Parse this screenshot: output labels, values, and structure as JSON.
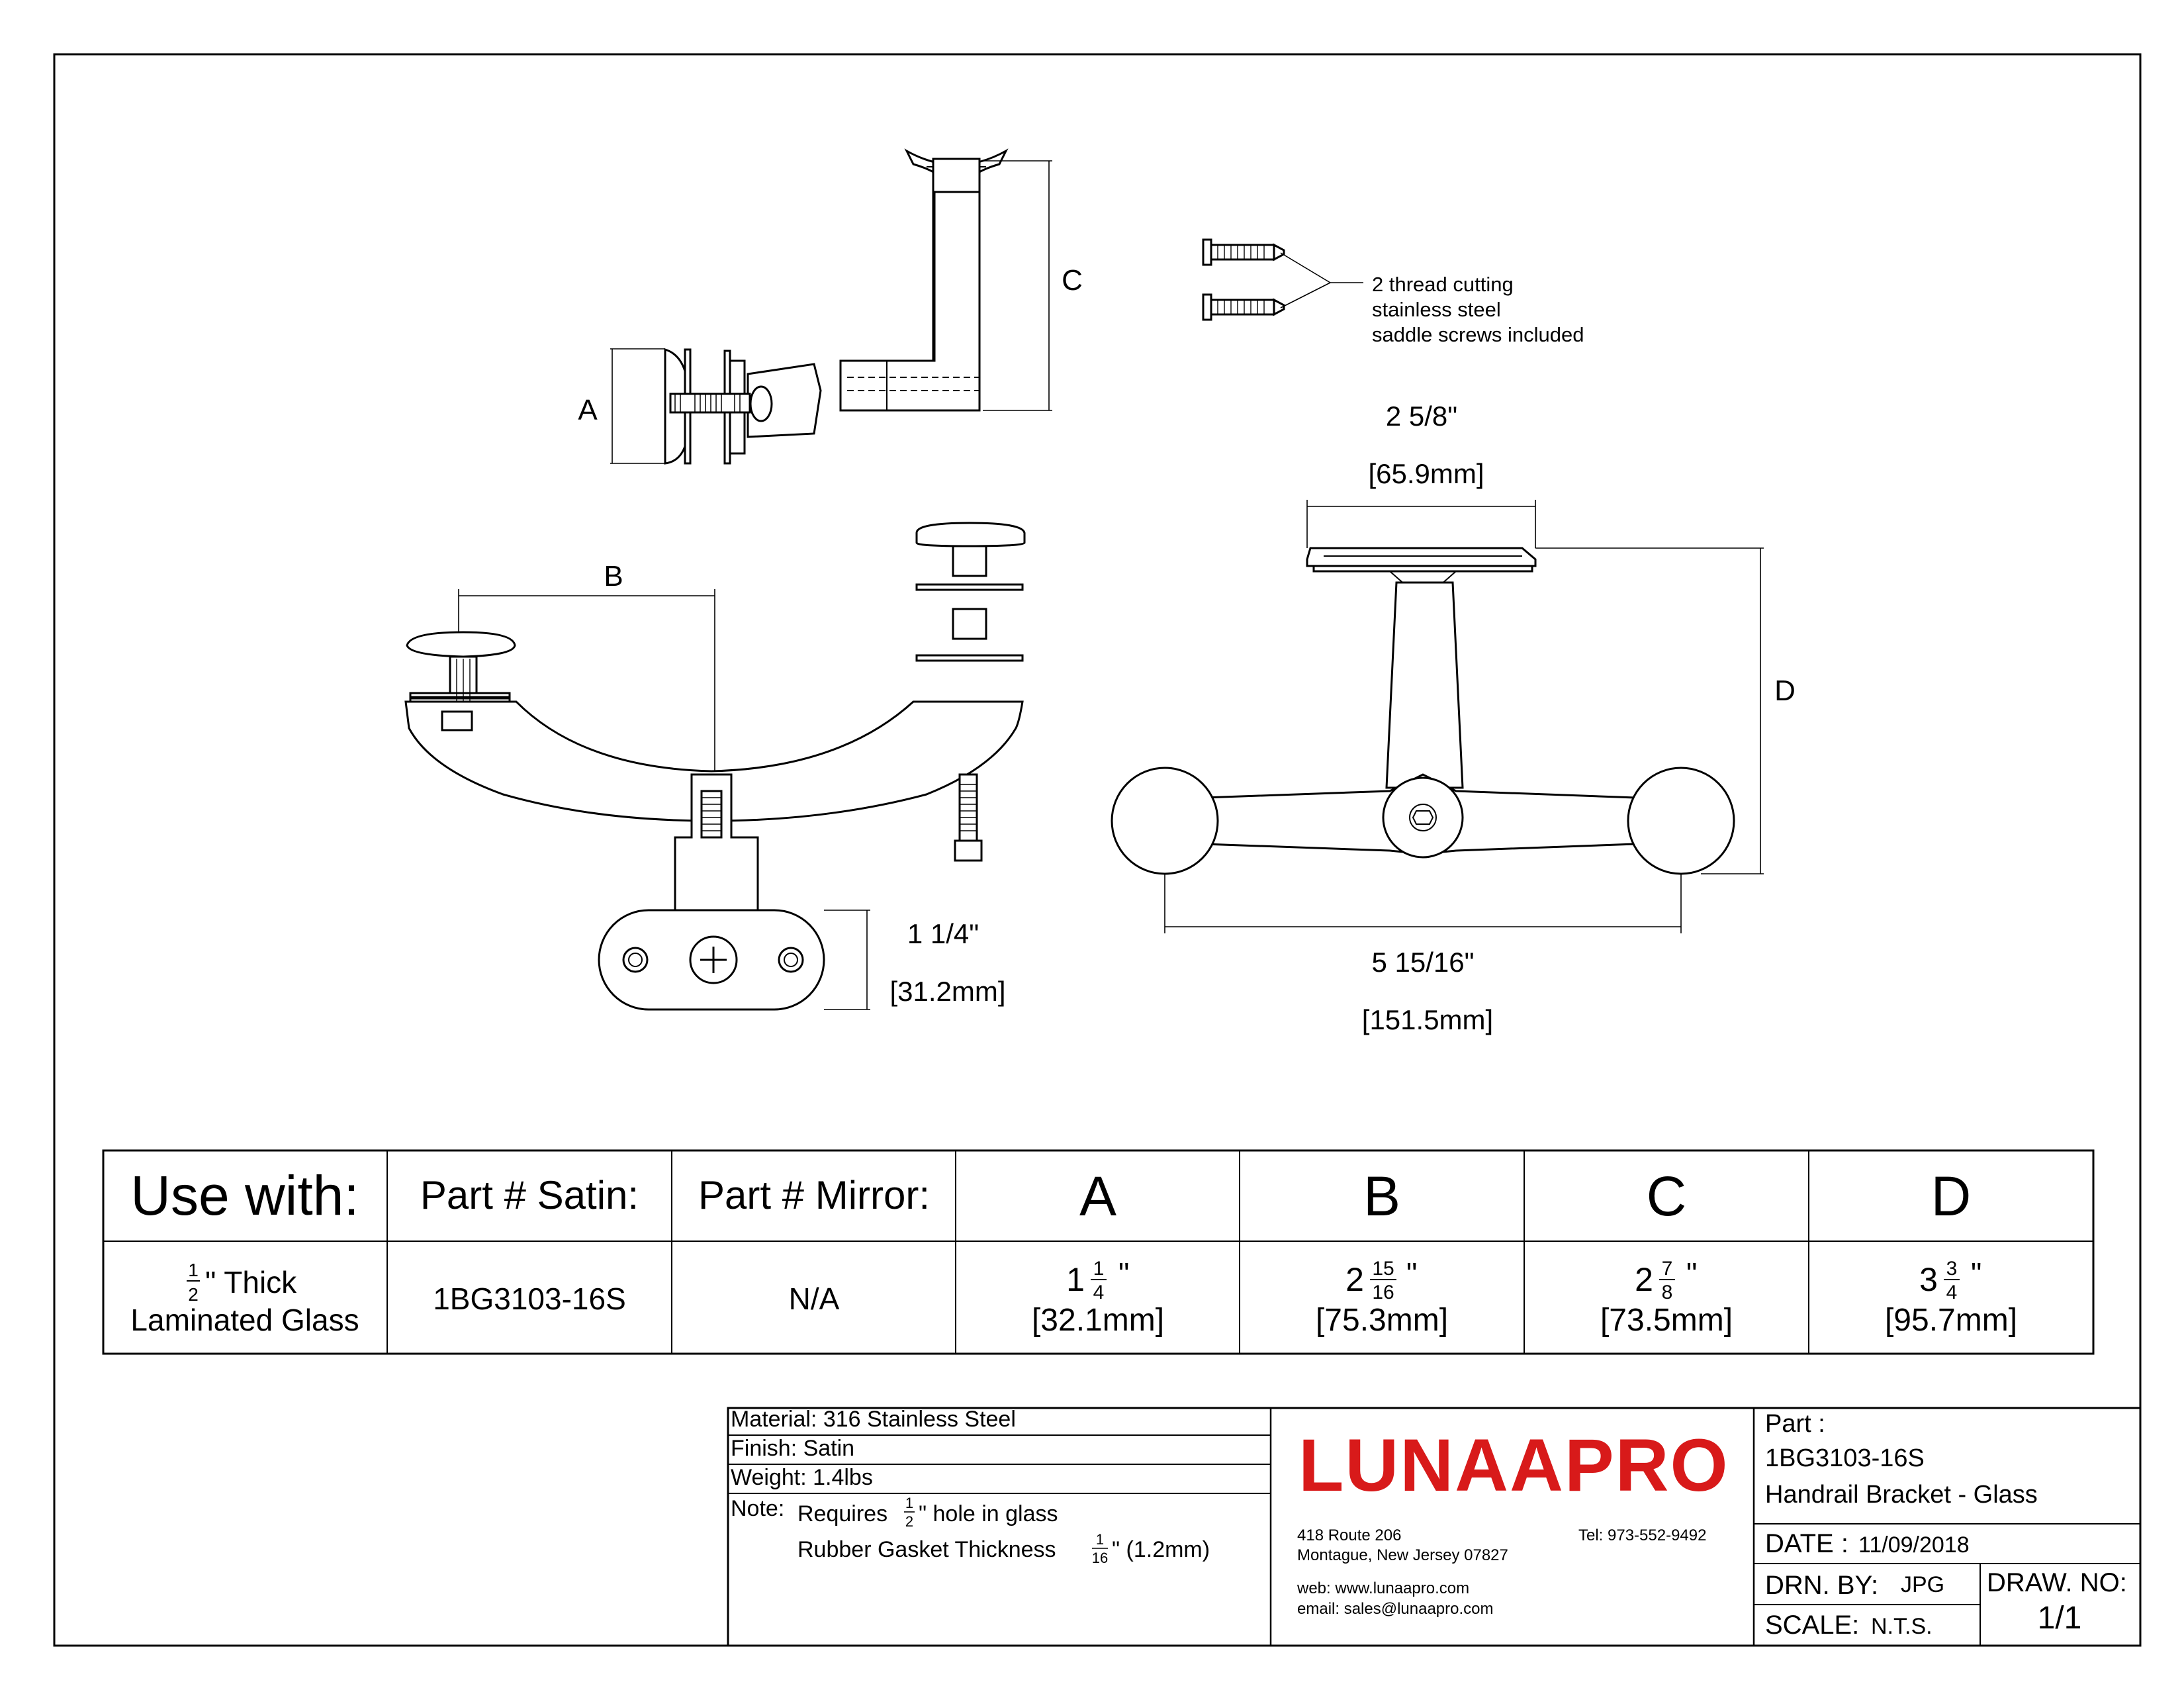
{
  "drawing": {
    "dim_labels": {
      "a": "A",
      "b": "B",
      "c": "C",
      "d": "D"
    },
    "screws_note": [
      "2 thread cutting",
      "stainless steel",
      "saddle screws included"
    ],
    "dim_top_width": {
      "imperial": "2 5/8\"",
      "metric": "[65.9mm]"
    },
    "dim_plate_height": {
      "imperial": "1 1/4\"",
      "metric": "[31.2mm]"
    },
    "dim_overall_width": {
      "imperial": "5 15/16\"",
      "metric": "[151.5mm]"
    }
  },
  "spec_table": {
    "headers": {
      "use_with": "Use with:",
      "part_satin": "Part # Satin:",
      "part_mirror": "Part # Mirror:",
      "a": "A",
      "b": "B",
      "c": "C",
      "d": "D"
    },
    "row": {
      "use_with_num": "1",
      "use_with_den": "2",
      "use_with_line1_suffix": "\" Thick",
      "use_with_line2": "Laminated Glass",
      "part_satin": "1BG3103-16S",
      "part_mirror": "N/A",
      "a_whole": "1",
      "a_num": "1",
      "a_den": "4",
      "a_metric": "[32.1mm]",
      "b_whole": "2",
      "b_num": "15",
      "b_den": "16",
      "b_metric": "[75.3mm]",
      "c_whole": "2",
      "c_num": "7",
      "c_den": "8",
      "c_metric": "[73.5mm]",
      "d_whole": "3",
      "d_num": "3",
      "d_den": "4",
      "d_metric": "[95.7mm]",
      "inch_mark": "\""
    }
  },
  "title_block": {
    "material": "Material: 316 Stainless Steel",
    "finish": "Finish: Satin",
    "weight": "Weight: 1.4lbs",
    "note_label": "Note:",
    "note1_prefix": "Requires",
    "note1_num": "1",
    "note1_den": "2",
    "note1_suffix": "\" hole in glass",
    "note2_prefix": "Rubber Gasket Thickness",
    "note2_num": "1",
    "note2_den": "16",
    "note2_suffix": "\" (1.2mm)",
    "logo": "LUNAAPRO",
    "address1": "418 Route 206",
    "address2": "Montague, New Jersey 07827",
    "tel": "Tel: 973-552-9492",
    "web": "web: www.lunaapro.com",
    "email": "email: sales@lunaapro.com",
    "part_label": "Part :",
    "part_number": "1BG3103-16S",
    "part_name": "Handrail Bracket - Glass",
    "date_label": "DATE :",
    "date_value": "11/09/2018",
    "drn_label": "DRN. BY:",
    "drn_value": "JPG",
    "draw_no_label": "DRAW. NO:",
    "draw_no_value": "1/1",
    "scale_label": "SCALE:",
    "scale_value": "N.T.S."
  }
}
